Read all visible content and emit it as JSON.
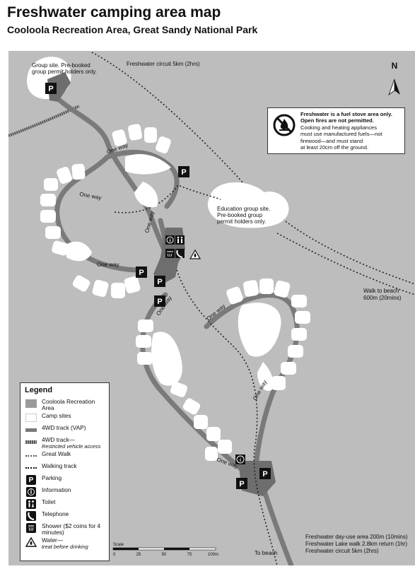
{
  "title": "Freshwater camping area map",
  "subtitle": "Cooloola Recreation Area, Great Sandy National Park",
  "map": {
    "north": "N",
    "labels": {
      "group_site": [
        "Group site. Pre-booked",
        "group permit holders only."
      ],
      "freshwater_circuit_top": "Freshwater circuit 5km (2hrs)",
      "education_site": [
        "Education group site.",
        "Pre-booked group",
        "permit holders only."
      ],
      "walk_to_beach": [
        "Walk to beach",
        "600m (20mins)"
      ],
      "one_way": "One way",
      "to_beach": "To beach",
      "bottom_walks": [
        "Freshwater day-use area 200m (10mins)",
        "Freshwater Lake walk 2.8km return (1hr)",
        "Freshwater circuit 5km (2hrs)"
      ],
      "scale_title": "Scale",
      "scale_ticks": [
        "0",
        "25",
        "50",
        "75",
        "100m"
      ]
    }
  },
  "notice": {
    "bold": [
      "Freshwater is a fuel stove area only.",
      "Open fires are not permitted."
    ],
    "text": [
      "Cooking and heating appliances",
      "must use manufactured fuels—not",
      "firewood—and must stand",
      "at least 20cm off the ground."
    ]
  },
  "legend": {
    "title": "Legend",
    "items": [
      {
        "label": "Cooloola Recreation Area"
      },
      {
        "label": "Camp sites"
      },
      {
        "label": "4WD track (VAP)"
      },
      {
        "label": "4WD track—",
        "sub": "Restricted vehicle access"
      },
      {
        "label": "Great Walk"
      },
      {
        "label": "Walking track"
      },
      {
        "label": "Parking"
      },
      {
        "label": "Information"
      },
      {
        "label": "Toilet"
      },
      {
        "label": "Telephone"
      },
      {
        "label": "Shower ($2 coins for 4 minutes)"
      },
      {
        "label": "Water—",
        "sub": "treat before drinking"
      }
    ]
  },
  "colors": {
    "map_bg": "#bdbdbd",
    "road": "#7a7a7a",
    "area": "#6e6e6e",
    "camp": "#ffffff"
  }
}
